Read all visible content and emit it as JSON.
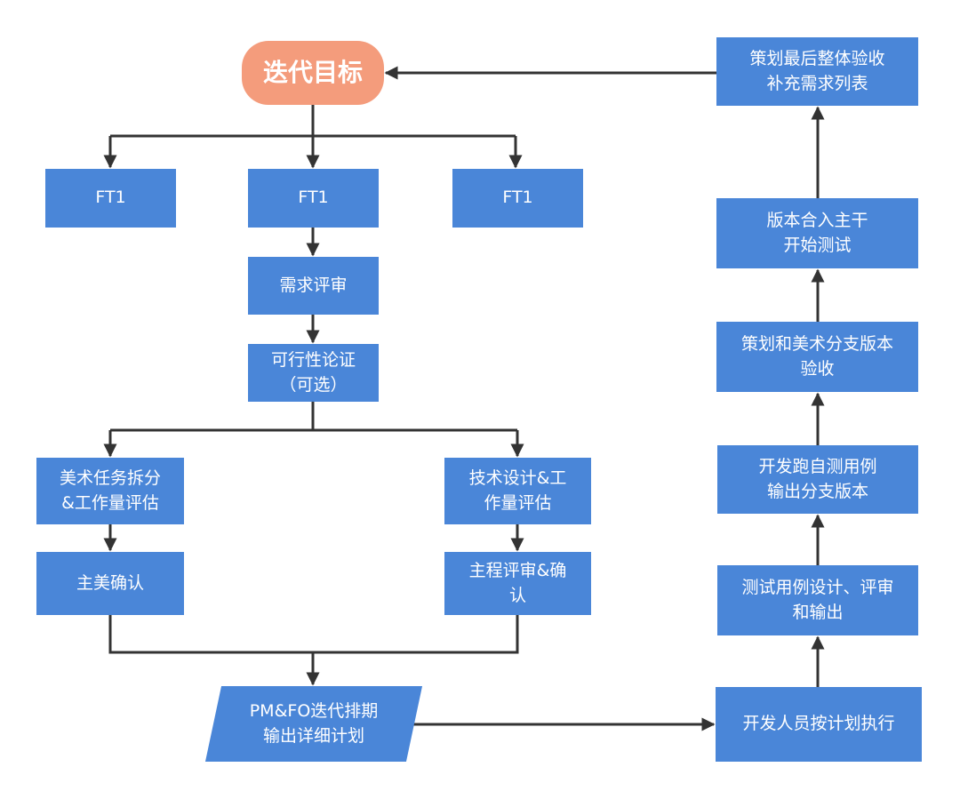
{
  "nodes": {
    "goal": "迭代目标",
    "ft_left": "FT1",
    "ft_mid": "FT1",
    "ft_right": "FT1",
    "req_review": "需求评审",
    "feasibility": "可行性论证\n（可选）",
    "art_split": "美术任务拆分\n&工作量评估",
    "tech_design": "技术设计&工\n作量评估",
    "art_confirm": "主美确认",
    "prog_confirm": "主程评审&确\n认",
    "pm_schedule": "PM&FO迭代排期\n输出详细计划",
    "dev_execute": "开发人员按计划执行",
    "test_case": "测试用例设计、评审\n和输出",
    "dev_selftest": "开发跑自测用例\n输出分支版本",
    "branch_accept": "策划和美术分支版本\n验收",
    "merge_test": "版本合入主干\n开始测试",
    "final_accept": "策划最后整体验收\n补充需求列表"
  },
  "colors": {
    "box_fill": "#4a86d8",
    "goal_fill": "#f49c7c",
    "edge": "#333333",
    "text": "#ffffff"
  }
}
